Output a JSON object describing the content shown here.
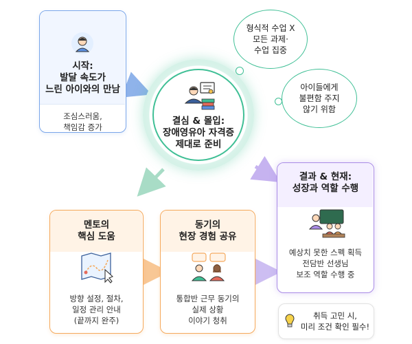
{
  "start": {
    "title": "시작:\n발달 속도가\n느린 아이와의 만남",
    "desc": "조심스러움,\n책임감 증가"
  },
  "center": {
    "title": "결심 & 몰입:\n장애영유아 자격증\n제대로 준비"
  },
  "bubble_top": {
    "text": "형식적 수업 X\n모든 과제·\n수업 집중"
  },
  "bubble_right": {
    "text": "아이들에게\n불편함 주지\n않기 위함"
  },
  "mentor": {
    "title": "멘토의\n핵심 도움",
    "desc": "방향 설정, 절차,\n일정 관리 안내\n(끝까지 완주)"
  },
  "peer": {
    "title": "동기의\n현장 경험 공유",
    "desc": "통합반 근무 동기의\n실제 상황\n이야기 청취"
  },
  "result": {
    "title": "결과 & 현재:\n성장과 역할 수행",
    "desc": "예상치 못한 스펙 획득\n전담반 선생님\n보조 역할 수행 중"
  },
  "tip": {
    "text": "취득 고민 시,\n미리 조건 확인 필수!"
  },
  "colors": {
    "blue": "#5b8fe0",
    "green": "#3fbf95",
    "orange": "#f5a95c",
    "purple": "#a98be6"
  }
}
